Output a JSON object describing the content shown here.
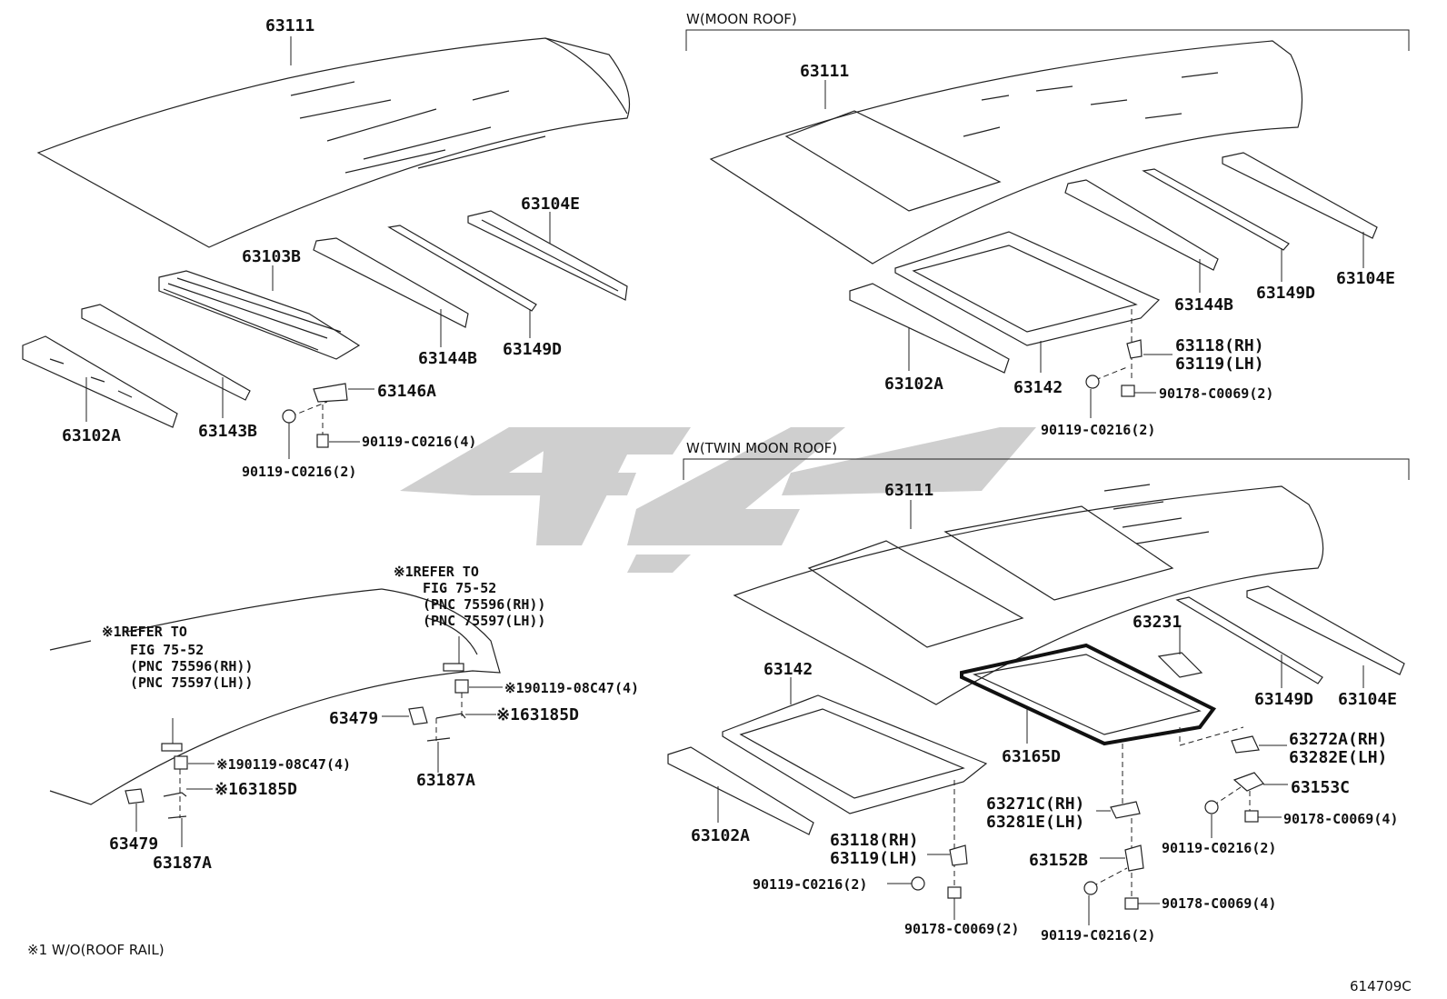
{
  "sections": {
    "moon_roof": "W(MOON ROOF)",
    "twin_moon_roof": "W(TWIN MOON ROOF)"
  },
  "footnote": "※1 W/O(ROOF RAIL)",
  "figure_id": "614709C",
  "labels": {
    "s1_63111": "63111",
    "s1_63103B": "63103B",
    "s1_63104E": "63104E",
    "s1_63144B": "63144B",
    "s1_63149D": "63149D",
    "s1_63146A": "63146A",
    "s1_63102A": "63102A",
    "s1_63143B": "63143B",
    "s1_90119_C0216_4": "90119-C0216(4)",
    "s1_90119_C0216_2": "90119-C0216(2)",
    "s2_63111": "63111",
    "s2_63144B": "63144B",
    "s2_63149D": "63149D",
    "s2_63104E": "63104E",
    "s2_63102A": "63102A",
    "s2_63142": "63142",
    "s2_63118": "63118(RH)",
    "s2_63119": "63119(LH)",
    "s2_90178_C0069_2": "90178-C0069(2)",
    "s2_90119_C0216_2": "90119-C0216(2)",
    "s3_ref1_a": "※1REFER TO",
    "s3_ref1_b": "FIG 75-52",
    "s3_ref1_c": "(PNC 75596(RH))",
    "s3_ref1_d": "(PNC 75597(LH))",
    "s3_ref2_a": "※1REFER TO",
    "s3_ref2_b": "FIG 75-52",
    "s3_ref2_c": "(PNC 75596(RH))",
    "s3_ref2_d": "(PNC 75597(LH))",
    "s3_90119_08C47_a": "※190119-08C47(4)",
    "s3_63185D_a": "※163185D",
    "s3_63479_a": "63479",
    "s3_63187A_a": "63187A",
    "s3_90119_08C47_b": "※190119-08C47(4)",
    "s3_63185D_b": "※163185D",
    "s3_63479_b": "63479",
    "s3_63187A_b": "63187A",
    "s4_63111": "63111",
    "s4_63231": "63231",
    "s4_63142": "63142",
    "s4_63149D": "63149D",
    "s4_63104E": "63104E",
    "s4_63165D": "63165D",
    "s4_63272A": "63272A(RH)",
    "s4_63282E": "63282E(LH)",
    "s4_63153C": "63153C",
    "s4_63102A": "63102A",
    "s4_63271C": "63271C(RH)",
    "s4_63281E": "63281E(LH)",
    "s4_63118": "63118(RH)",
    "s4_63119": "63119(LH)",
    "s4_63152B": "63152B",
    "s4_90178_C0069_4a": "90178-C0069(4)",
    "s4_90119_C0216_2a": "90119-C0216(2)",
    "s4_90119_C0216_2b": "90119-C0216(2)",
    "s4_90178_C0069_4b": "90178-C0069(4)",
    "s4_90178_C0069_2": "90178-C0069(2)",
    "s4_90119_C0216_2c": "90119-C0216(2)"
  }
}
